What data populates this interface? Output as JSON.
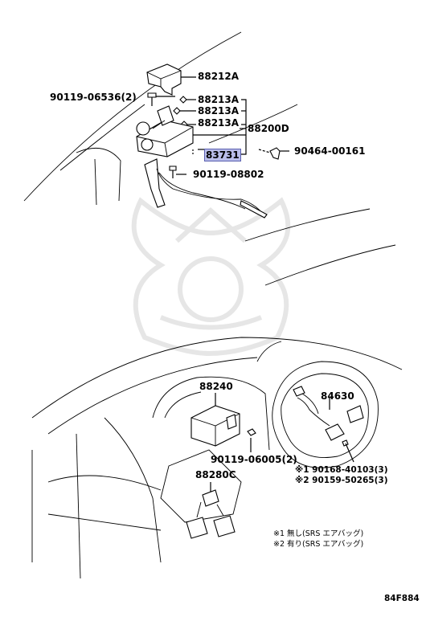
{
  "parts": {
    "p88212a": "88212A",
    "p90119_06536": "90119-06536(2)",
    "p88213a_1": "88213A",
    "p88213a_2": "88213A",
    "p88213a_3": "88213A",
    "p88200d": "88200D",
    "p83731": "83731",
    "p90464_00161": "90464-00161",
    "p90119_08802": "90119-08802",
    "p88240": "88240",
    "p84630": "84630",
    "p90119_06005": "90119-06005(2)",
    "p90168_40103": "※1 90168-40103(3)",
    "p90159_50265": "※2 90159-50265(3)",
    "p88280c": "88280C"
  },
  "notes": {
    "note1": "※1 無し(SRS エアバッグ)",
    "note2": "※2 有り(SRS エアバッグ)"
  },
  "diagram_code": "84F884",
  "colors": {
    "highlight": "#b9bde9",
    "highlight_border": "#5a5fb0",
    "watermark": "#dcdcdc"
  }
}
